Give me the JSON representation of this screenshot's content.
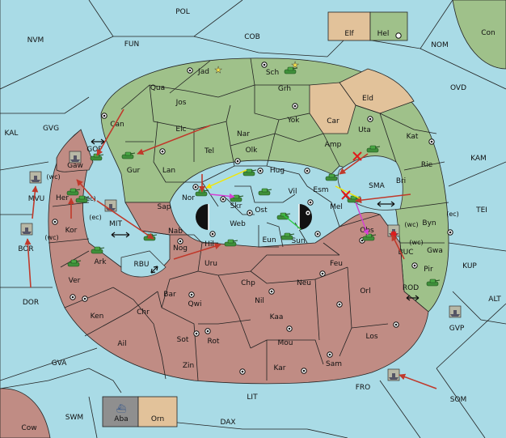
{
  "map": {
    "sea_labels": [
      "POL",
      "NVM",
      "FUN",
      "COB",
      "NOM",
      "OVD",
      "KAL",
      "GVG",
      "KAM",
      "TEI",
      "KUP",
      "ALT",
      "DOR",
      "GVA",
      "LIT",
      "FRO",
      "SOM",
      "SWM",
      "DAX",
      "Con",
      "Cow",
      "MVU",
      "BOR",
      "GOP",
      "MIT",
      "RBU",
      "SMA",
      "ROD",
      "GVP",
      "BUC"
    ],
    "green_labels": [
      "Jad",
      "Sch",
      "Qua",
      "Jos",
      "Grh",
      "Eld",
      "Can",
      "Elc",
      "Nar",
      "Yok",
      "Car",
      "Uta",
      "Kat",
      "Gur",
      "Tel",
      "Olk",
      "Amp",
      "Rie",
      "Lan",
      "Hug",
      "Esm",
      "Bri",
      "Vil",
      "Nor",
      "Skr",
      "Ost",
      "Mel",
      "Byn",
      "Web",
      "Sun",
      "Eun",
      "Pir",
      "Gwa"
    ],
    "red_labels": [
      "Gaw",
      "Her",
      "Kor",
      "Sap",
      "Nab",
      "Obs",
      "Ark",
      "Nog",
      "Hil",
      "Uru",
      "Feu",
      "Ver",
      "Chp",
      "Neu",
      "Orl",
      "Bar",
      "Qwi",
      "Nil",
      "Ken",
      "Chr",
      "Kaa",
      "Ail",
      "Sot",
      "Rot",
      "Mou",
      "Los",
      "Zin",
      "Kar",
      "Sam"
    ],
    "supply_centers": [
      "Jad",
      "Sch",
      "Grh",
      "Can",
      "Gur",
      "Olk",
      "Uta",
      "Kat",
      "Hug",
      "Esm",
      "Vil",
      "Nor",
      "Skr",
      "Mel",
      "Byn",
      "Web",
      "Sun",
      "Pir",
      "Obs",
      "Nab",
      "Kor",
      "Hil",
      "Neu",
      "Ver",
      "Nil",
      "Ken",
      "Qwi",
      "Sot",
      "Rot",
      "Mou",
      "Los",
      "Zin",
      "Kar",
      "Sam",
      "Orl"
    ],
    "coast_markers": [
      "(wc)",
      "(ec)",
      "(ec)",
      "(wc)",
      "(wc)",
      "(wc)",
      "(ec)"
    ],
    "owner_boxes": [
      "Elf",
      "Hel",
      "Aba",
      "Orn"
    ]
  }
}
